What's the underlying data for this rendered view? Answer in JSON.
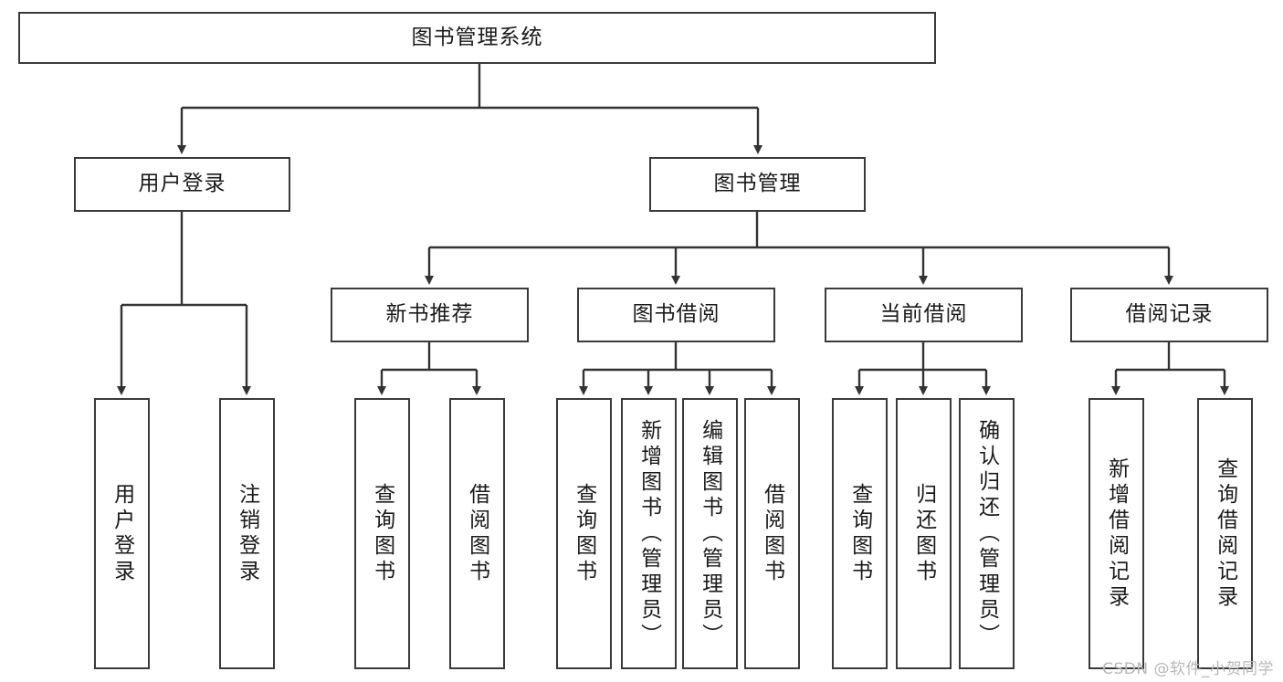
{
  "diagram": {
    "title": "图书管理系统",
    "type": "tree-hierarchy",
    "colors": {
      "border": "#3a3a3a",
      "fill": "#ffffff",
      "text": "#1a1a1a",
      "connector": "#333333",
      "watermark": "#b8b8b8"
    },
    "root": {
      "label": "图书管理系统"
    },
    "level2": [
      {
        "label": "用户登录"
      },
      {
        "label": "图书管理"
      }
    ],
    "level3": [
      {
        "label": "新书推荐"
      },
      {
        "label": "图书借阅"
      },
      {
        "label": "当前借阅"
      },
      {
        "label": "借阅记录"
      }
    ],
    "leaves": {
      "user_login": [
        {
          "label": "用户登录"
        },
        {
          "label": "注销登录"
        }
      ],
      "new_book": [
        {
          "label": "查询图书"
        },
        {
          "label": "借阅图书"
        }
      ],
      "book_borrow": [
        {
          "label": "查询图书"
        },
        {
          "label": "新增图书（管理员）"
        },
        {
          "label": "编辑图书（管理员）"
        },
        {
          "label": "借阅图书"
        }
      ],
      "current_borrow": [
        {
          "label": "查询图书"
        },
        {
          "label": "归还图书"
        },
        {
          "label": "确认归还（管理员）"
        }
      ],
      "borrow_record": [
        {
          "label": "新增借阅记录"
        },
        {
          "label": "查询借阅记录"
        }
      ]
    },
    "watermark": "CSDN @软件_小贺同学"
  }
}
